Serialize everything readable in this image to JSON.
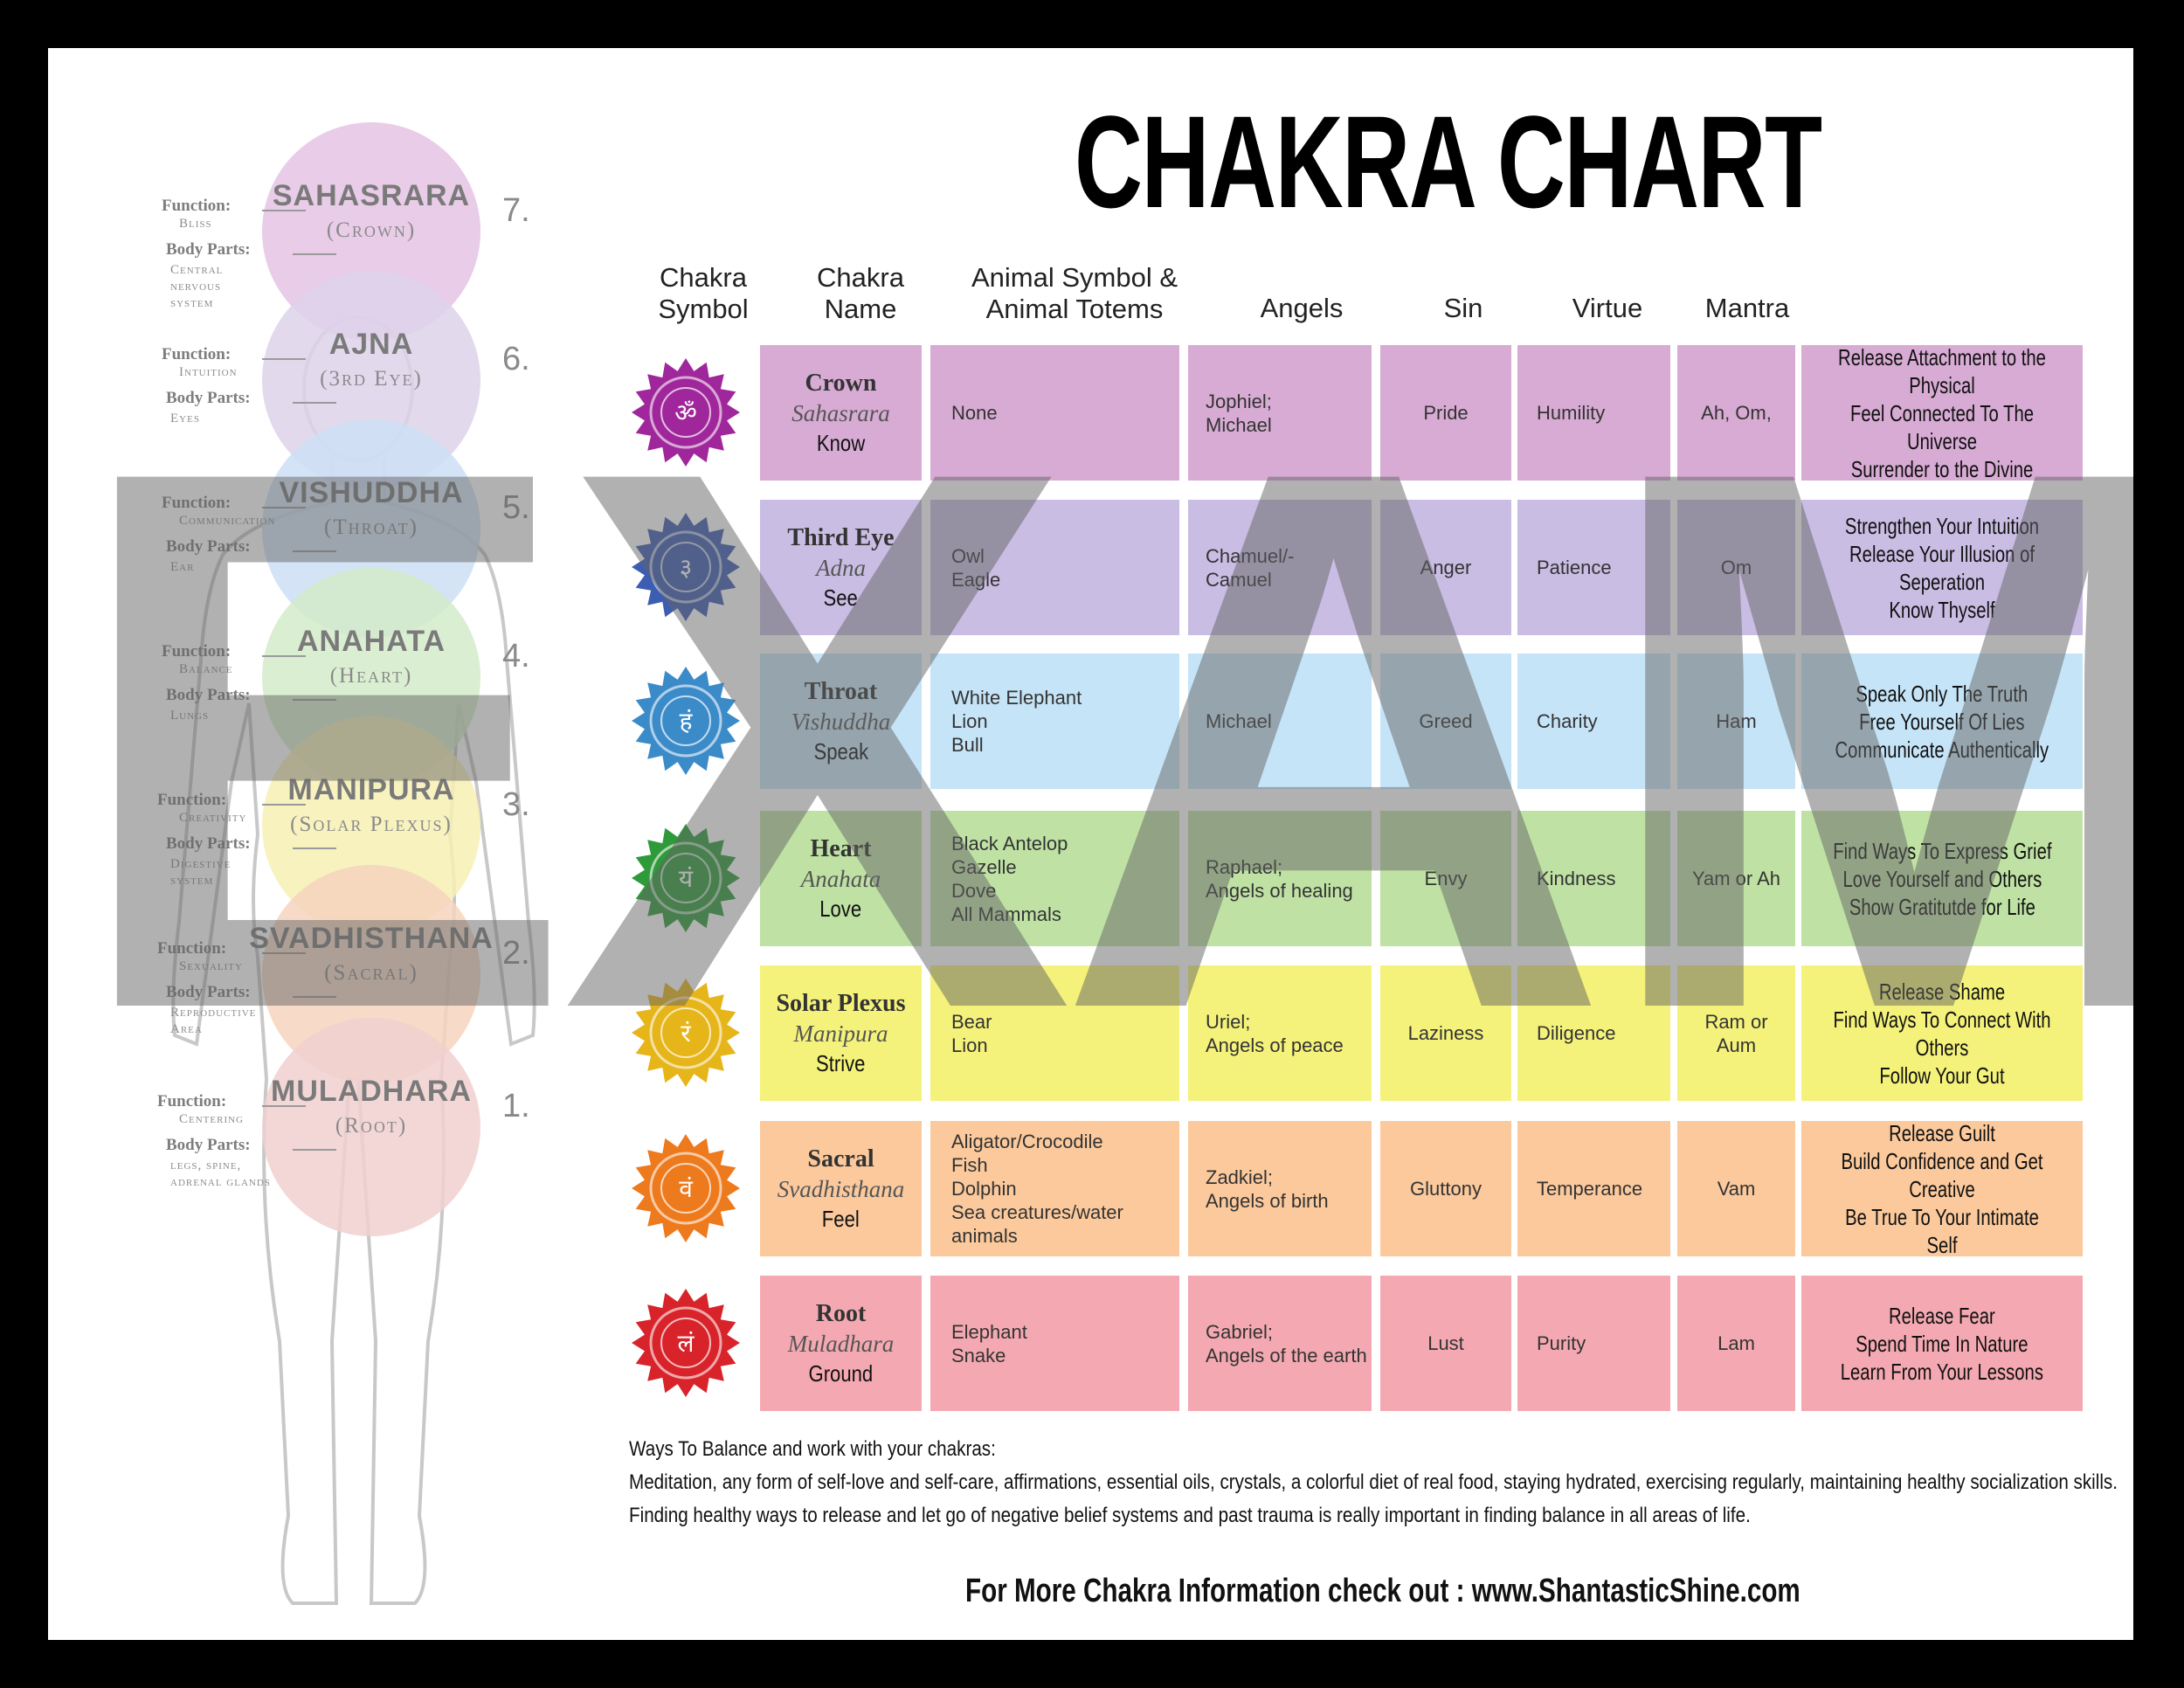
{
  "title": "CHAKRA CHART",
  "headers": {
    "symbol": "Chakra\nSymbol",
    "name": "Chakra\nName",
    "animal": "Animal Symbol &\nAnimal Totems",
    "angels": "Angels",
    "sin": "Sin",
    "virtue": "Virtue",
    "mantra": "Mantra"
  },
  "rows": [
    {
      "name": "Crown",
      "sanskrit": "Sahasrara",
      "verb": "Know",
      "animals": "None",
      "angels": "Jophiel;\nMichael",
      "sin": "Pride",
      "virtue": "Humility",
      "mantra": "Ah, Om,",
      "affirmation": "Release Attachment to the Physical\nFeel Connected To The Universe\nSurrender to the Divine",
      "color": "#d7abd4",
      "symbol_color": "#a0279b",
      "glyph": "ॐ"
    },
    {
      "name": "Third Eye",
      "sanskrit": "Adna",
      "verb": "See",
      "animals": "Owl\nEagle",
      "angels": "Chamuel/-\nCamuel",
      "sin": "Anger",
      "virtue": "Patience",
      "mantra": "Om",
      "affirmation": "Strengthen Your Intuition\nRelease Your Illusion of Seperation\nKnow Thyself",
      "color": "#c9bde3",
      "symbol_color": "#3d5db2",
      "glyph": "३"
    },
    {
      "name": "Throat",
      "sanskrit": "Vishuddha",
      "verb": "Speak",
      "animals": "White Elephant\nLion\nBull",
      "angels": "Michael",
      "sin": "Greed",
      "virtue": "Charity",
      "mantra": "Ham",
      "affirmation": "Speak Only The Truth\nFree Yourself Of Lies\nCommunicate Authentically",
      "color": "#c6e4f7",
      "symbol_color": "#3c8bc9",
      "glyph": "हं"
    },
    {
      "name": "Heart",
      "sanskrit": "Anahata",
      "verb": "Love",
      "animals": "Black Antelop\nGazelle\nDove\nAll Mammals",
      "angels": "Raphael;\nAngels of healing",
      "sin": "Envy",
      "virtue": "Kindness",
      "mantra": "Yam or Ah",
      "affirmation": "Find Ways To Express Grief\nLove Yourself and Others\nShow Gratitutde for Life",
      "color": "#bfe2a4",
      "symbol_color": "#2f9a3a",
      "glyph": "यं"
    },
    {
      "name": "Solar Plexus",
      "sanskrit": "Manipura",
      "verb": "Strive",
      "animals": "Bear\nLion",
      "angels": "Uriel;\nAngels of peace",
      "sin": "Laziness",
      "virtue": "Diligence",
      "mantra": "Ram or\nAum",
      "affirmation": "Release Shame\nFind Ways To Connect With Others\nFollow Your Gut",
      "color": "#f4f27a",
      "symbol_color": "#e6b51a",
      "glyph": "रं"
    },
    {
      "name": "Sacral",
      "sanskrit": "Svadhisthana",
      "verb": "Feel",
      "animals": "Aligator/Crocodile\nFish\nDolphin\nSea creatures/water\nanimals",
      "angels": "Zadkiel;\nAngels of birth",
      "sin": "Gluttony",
      "virtue": "Temperance",
      "mantra": "Vam",
      "affirmation": "Release Guilt\nBuild Confidence and Get Creative\nBe True To Your Intimate Self",
      "color": "#fbc99c",
      "symbol_color": "#ee7a1e",
      "glyph": "वं"
    },
    {
      "name": "Root",
      "sanskrit": "Muladhara",
      "verb": "Ground",
      "animals": "Elephant\nSnake",
      "angels": "Gabriel;\nAngels of the earth",
      "sin": "Lust",
      "virtue": "Purity",
      "mantra": "Lam",
      "affirmation": "Release Fear\nSpend Time In Nature\nLearn From Your Lessons",
      "color": "#f4a9b2",
      "symbol_color": "#d8232a",
      "glyph": "लं"
    }
  ],
  "figure": [
    {
      "name": "SAHASRARA",
      "english": "(Crown)",
      "number": "7.",
      "function": "Bliss",
      "body_parts": "Central\nnervous\nsystem",
      "color": "#e5c3e4"
    },
    {
      "name": "AJNA",
      "english": "(3rd Eye)",
      "number": "6.",
      "function": "Intuition",
      "body_parts": "Eyes",
      "color": "#ddd2ea"
    },
    {
      "name": "VISHUDDHA",
      "english": "(Throat)",
      "number": "5.",
      "function": "Communication",
      "body_parts": "Ear",
      "color": "#cddff4"
    },
    {
      "name": "ANAHATA",
      "english": "(Heart)",
      "number": "4.",
      "function": "Balance",
      "body_parts": "Lungs",
      "color": "#d4ebc9"
    },
    {
      "name": "MANIPURA",
      "english": "(Solar Plexus)",
      "number": "3.",
      "function": "Creativity",
      "body_parts": "Digestive\nsystem",
      "color": "#f7f0b4"
    },
    {
      "name": "SVADHISTHANA",
      "english": "(Sacral)",
      "number": "2.",
      "function": "Sexuality",
      "body_parts": "Reproductive\nArea",
      "color": "#f6d3bd"
    },
    {
      "name": "MULADHARA",
      "english": "(Root)",
      "number": "1.",
      "function": "Centering",
      "body_parts": "legs, spine,\nadrenal glands",
      "color": "#f1d0d0"
    }
  ],
  "labels": {
    "function": "Function:",
    "body_parts": "Body Parts:"
  },
  "footer": {
    "ways_heading": "Ways To Balance and work with your chakras:",
    "ways_line1": "Meditation, any form of self-love and self-care, affirmations, essential oils, crystals, a colorful diet of real food, staying hydrated, exercising regularly, maintaining healthy socialization skills.",
    "ways_line2": "Finding healthy ways to release and let go of negative belief systems and past trauma is really important in finding balance in all areas of life.",
    "website": "For More Chakra Information check out : www.ShantasticShine.com"
  },
  "watermark": "EXAMPLE"
}
